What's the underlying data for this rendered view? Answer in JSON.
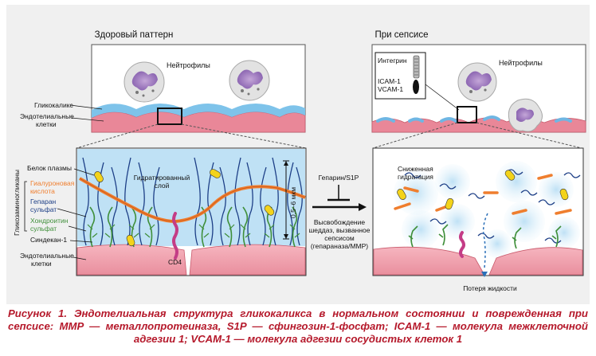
{
  "figure": {
    "healthy_title": "Здоровый паттерн",
    "sepsis_title": "При сепсисе",
    "neutrophils_healthy": "Нейтрофилы",
    "neutrophils_sepsis": "Нейтрофилы",
    "integrin": "Интегрин",
    "icam": "ICAM-1",
    "vcam": "VCAM-1",
    "glycocalyx": "Гликокаликс",
    "endothelial_1": "Эндотелиальные",
    "endothelial_2": "клетки",
    "plasma_protein": "Белок плазмы",
    "glycosaminoglycans": "Гликозаминогликаны",
    "hyaluronic_1": "Гиалуроновая",
    "hyaluronic_2": "кислота",
    "heparan_1": "Гепаран",
    "heparan_2": "сульфат",
    "chondroitin_1": "Хондроитин",
    "chondroitin_2": "сульфат",
    "syndecan": "Синдекан-1",
    "hydrated_1": "Гидратированный",
    "hydrated_2": "слой",
    "thickness": "0,5–6 мкм",
    "cd4": "CD4",
    "heparin_s1p": "Гепарин/S1P",
    "release_1": "Высвобождение",
    "release_2": "шеддаз, вызванное",
    "release_3": "сепсисом",
    "release_4": "(гепараназа/MMP)",
    "reduced_1": "Сниженная",
    "reduced_2": "гидратация",
    "fluid_loss": "Потеря жидкости"
  },
  "caption": {
    "lead": "Рисунок 1.",
    "text": " Эндотелиальная структура гликокаликса в нормальном состоянии и поврежденная при сепсисе: MMP — металлопротеиназа, S1P — сфингозин-1-фосфат; ICAM-1 — молекула межклеточной адгезии 1; VCAM-1 — молекула адгезии сосудистых клеток 1"
  },
  "colors": {
    "caption": "#b5192b",
    "endothelium": "#f2a9b4",
    "glycocalyx": "#6fb6e3",
    "hydrated_layer": "#bfe1f5",
    "hyaluronic": "#ef7e2e",
    "heparan": "#1c3e86",
    "chondroitin": "#3f8f3a",
    "protein": "#f3d31b",
    "cd4": "#c43c86"
  }
}
